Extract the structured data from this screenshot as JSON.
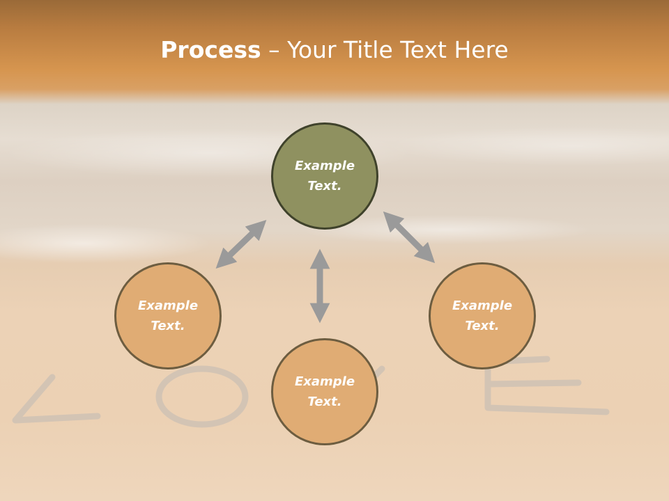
{
  "slide": {
    "title_bold": "Process",
    "title_rest": " – Your Title Text Here"
  },
  "nodes": {
    "top": {
      "line1": "Example",
      "line2": "Text."
    },
    "left": {
      "line1": "Example",
      "line2": "Text."
    },
    "right": {
      "line1": "Example",
      "line2": "Text."
    },
    "bottom": {
      "line1": "Example",
      "line2": "Text."
    }
  },
  "background": {
    "sand_writing": "LOVE"
  },
  "colors": {
    "accent_node": "#8f9160",
    "node_fill": "#e0ac74",
    "arrow": "#9a9a9a"
  }
}
